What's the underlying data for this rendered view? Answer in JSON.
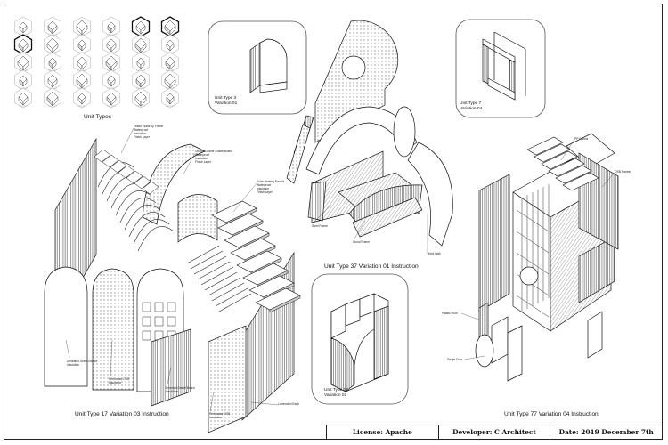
{
  "unit_types": {
    "caption": "Unit Types",
    "grid": {
      "rows": 5,
      "cols": 6,
      "highlighted": [
        "r0c5",
        "r1c0",
        "r0c4"
      ]
    }
  },
  "captions": {
    "type17_var03": "Unit Type 17 Variation 03 Instruction",
    "type37_var01": "Unit Type 37 Variation 01 Instruction",
    "type77_var04": "Unit Type 77 Variation 04 Instruction"
  },
  "callouts": {
    "type3_var01": "Unit Type 3\nVariation 01",
    "type7_var04": "Unit Type 7\nVariation 04",
    "type17_var02": "Unit Type 17\nVariation 02"
  },
  "notes": {
    "tinted_glass": "Tinted Glass by Frame\nWaterproof\nInsulation\nFinish Layer",
    "coated_gravel": "Coated Gravel Gravel Board\nWaterproof\nInsulation\nFinish Layer",
    "solar_heating": "Solar Heating Panels\nWaterproof\nInsulation\nFinish Layer",
    "steel_frame": "Steel Frame",
    "wood_frame": "Wood Frame",
    "brick_wall": "Brick Wall",
    "plywood_frame": "PP Panels",
    "osb_panels": "OSB Panels",
    "plastic_roof": "Plastic Roof",
    "single_door": "Single Door",
    "unsealed_gravel": "Unsealed Gravel Board\nInsulation",
    "perforated_osb": "Perforated OSB\nInsulation",
    "emerald_gravel": "Emerald Gravel Board\nInsulation",
    "perforated_osb2": "Perforated OSB\nInsulation",
    "laminated_earth": "Laminated Earth"
  },
  "title_block": {
    "license": "License: Apache",
    "developer": "Developer: C Architect",
    "date": "Date: 2019 December 7th"
  }
}
